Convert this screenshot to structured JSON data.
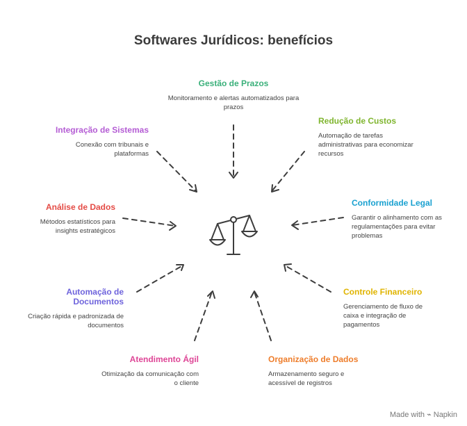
{
  "title": "Softwares Jurídicos: benefícios",
  "center_icon": "scales-of-justice-icon",
  "nodes": [
    {
      "id": "prazos",
      "title": "Gestão de Prazos",
      "color": "#3ab07a",
      "desc": "Monitoramento e alertas automatizados para prazos"
    },
    {
      "id": "custos",
      "title": "Redução de Custos",
      "color": "#7fb52e",
      "desc": "Automação de tarefas administrativas para economizar recursos"
    },
    {
      "id": "conformidade",
      "title": "Conformidade Legal",
      "color": "#1aa1d0",
      "desc": "Garantir o alinhamento com as regulamentações para evitar problemas"
    },
    {
      "id": "financeiro",
      "title": "Controle Financeiro",
      "color": "#e0b400",
      "desc": "Gerenciamento de fluxo de caixa e integração de pagamentos"
    },
    {
      "id": "organizacao",
      "title": "Organização de Dados",
      "color": "#ee7d2b",
      "desc": "Armazenamento seguro e acessível de registros"
    },
    {
      "id": "atendimento",
      "title": "Atendimento Ágil",
      "color": "#de4596",
      "desc": "Otimização da comunicação com o cliente"
    },
    {
      "id": "documentos",
      "title": "Automação de Documentos",
      "color": "#6e63dc",
      "desc": "Criação rápida e padronizada de documentos"
    },
    {
      "id": "analise",
      "title": "Análise de Dados",
      "color": "#e44b45",
      "desc": "Métodos estatísticos para insights estratégicos"
    },
    {
      "id": "integracao",
      "title": "Integração de Sistemas",
      "color": "#b45cd4",
      "desc": "Conexão com tribunais e plataformas"
    }
  ],
  "footer": {
    "text": "Made with",
    "brand": "Napkin"
  }
}
